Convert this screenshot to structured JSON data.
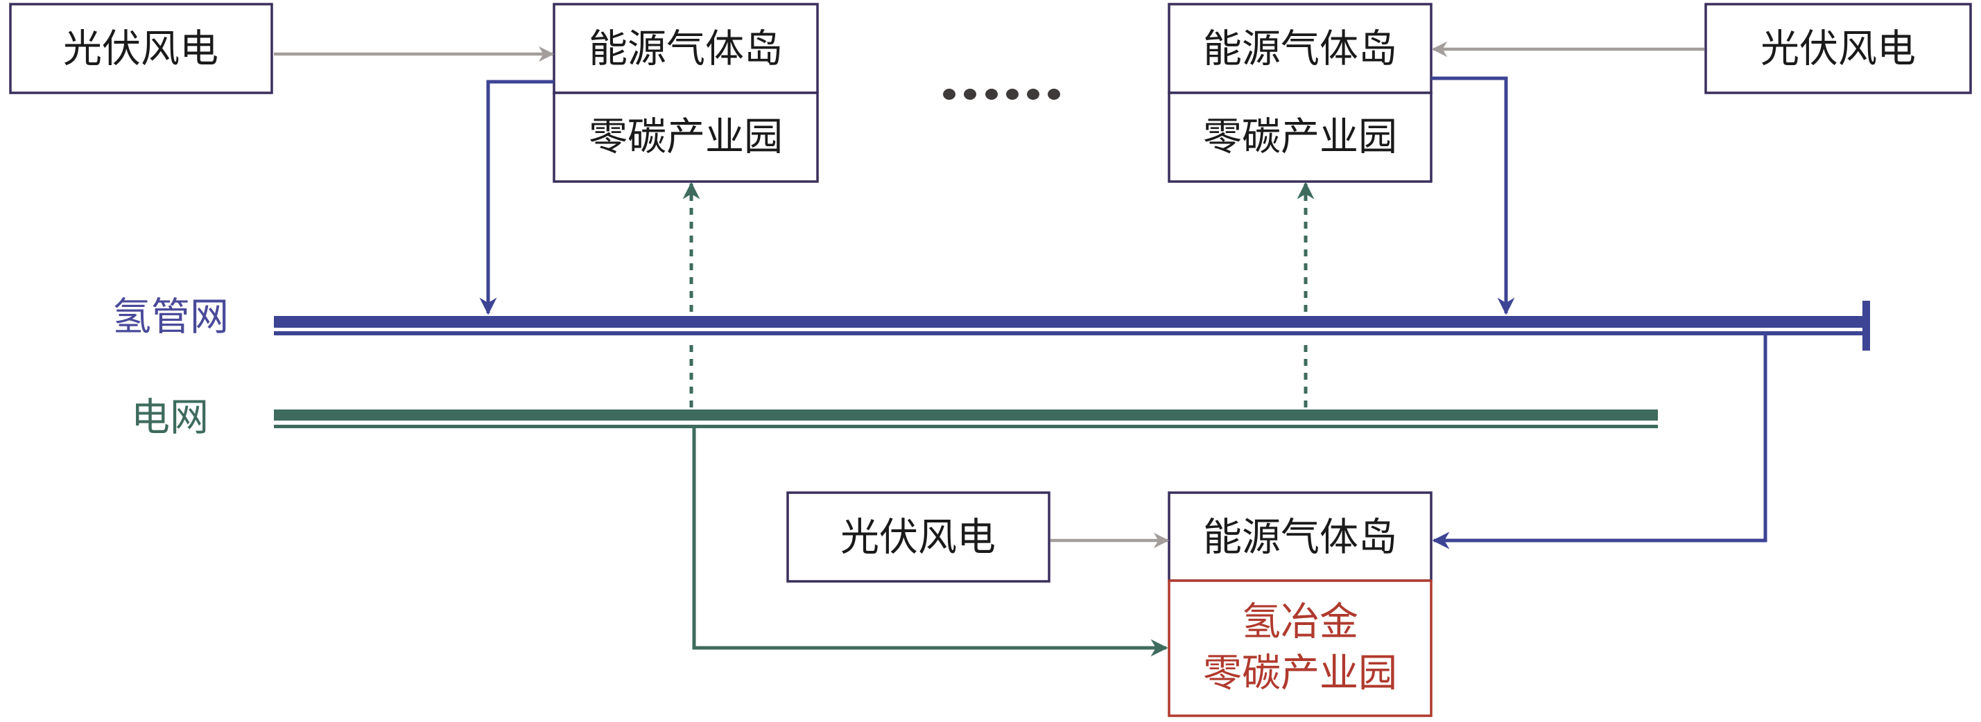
{
  "colors": {
    "box_border": "#3a2f5c",
    "text": "#1a1a1a",
    "renewable_arrow": "#a39e9b",
    "hydrogen": "#3d4494",
    "hydrogen_label": "#4a4a9a",
    "grid": "#3e6b5e",
    "grid_label": "#3e6b5e",
    "metallurgy": "#b03a2e",
    "ellipsis_dots": "#3f3a3a"
  },
  "labels": {
    "hydrogen_network": "氢管网",
    "power_grid": "电网"
  },
  "nodes": {
    "pv_wind_top_left": "光伏风电",
    "pv_wind_top_right": "光伏风电",
    "pv_wind_bottom": "光伏风电",
    "island_left": {
      "top": "能源气体岛",
      "bottom": "零碳产业园"
    },
    "island_right": {
      "top": "能源气体岛",
      "bottom": "零碳产业园"
    },
    "island_bottom": {
      "top": "能源气体岛",
      "bottom_line1": "氢冶金",
      "bottom_line2": "零碳产业园"
    }
  },
  "ellipsis": {
    "count": 6,
    "meaning": "more energy gas islands"
  },
  "edges": [
    {
      "from": "pv_wind_top_left",
      "to": "island_left",
      "type": "electricity",
      "style": "solid-grey"
    },
    {
      "from": "pv_wind_top_right",
      "to": "island_right",
      "type": "electricity",
      "style": "solid-grey"
    },
    {
      "from": "pv_wind_bottom",
      "to": "island_bottom",
      "type": "electricity",
      "style": "solid-grey"
    },
    {
      "from": "island_left",
      "to": "hydrogen_network",
      "type": "hydrogen",
      "style": "solid-blue"
    },
    {
      "from": "island_right",
      "to": "hydrogen_network",
      "type": "hydrogen",
      "style": "solid-blue"
    },
    {
      "from": "hydrogen_network",
      "to": "island_bottom",
      "type": "hydrogen",
      "style": "solid-blue"
    },
    {
      "from": "power_grid",
      "to": "island_left",
      "type": "electricity",
      "style": "dashed-green"
    },
    {
      "from": "power_grid",
      "to": "island_right",
      "type": "electricity",
      "style": "dashed-green"
    },
    {
      "from": "power_grid",
      "to": "island_bottom",
      "type": "electricity",
      "style": "solid-green"
    }
  ]
}
